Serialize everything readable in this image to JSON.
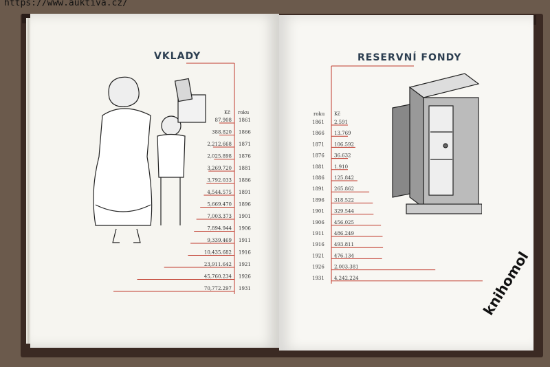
{
  "watermark": "https://www.auktiva.cz/",
  "stamp": "knihomol",
  "chart_data": [
    {
      "type": "bar",
      "title": "VKLADY",
      "value_header": "Kč",
      "year_header": "roku",
      "categories": [
        "1861",
        "1866",
        "1871",
        "1876",
        "1881",
        "1886",
        "1891",
        "1896",
        "1901",
        "1906",
        "1911",
        "1916",
        "1921",
        "1926",
        "1931"
      ],
      "labels": [
        "87.908",
        "388.820",
        "2,212.668",
        "2,025.898",
        "3,269.720",
        "3,792.033",
        "4,544.575",
        "5,669.470",
        "7,003.373",
        "7,894.944",
        "9,339.469",
        "10,435.682",
        "23,911.642",
        "45,760.234",
        "70,772.297"
      ],
      "values": [
        87908,
        388820,
        2212668,
        2025898,
        3269720,
        3792033,
        4544575,
        5669470,
        7003373,
        7894944,
        9339469,
        10435682,
        23911642,
        45760234,
        70772297
      ],
      "bar_color": "#c0392b"
    },
    {
      "type": "bar",
      "title": "RESERVNÍ FONDY",
      "value_header": "Kč",
      "year_header": "roku",
      "categories": [
        "1861",
        "1866",
        "1871",
        "1876",
        "1881",
        "1886",
        "1891",
        "1896",
        "1901",
        "1906",
        "1911",
        "1916",
        "1921",
        "1926",
        "1931"
      ],
      "labels": [
        "2.591",
        "13.769",
        "106.592",
        "36.632",
        "1.910",
        "125.842",
        "265.862",
        "318.522",
        "329.544",
        "456.025",
        "486.249",
        "493.811",
        "476.134",
        "2,003.381",
        "4,242.224"
      ],
      "values": [
        2591,
        13769,
        106592,
        36632,
        1910,
        125842,
        265862,
        318522,
        329544,
        456025,
        486249,
        493811,
        476134,
        2003381,
        4242224
      ],
      "bar_color": "#c0392b"
    }
  ]
}
